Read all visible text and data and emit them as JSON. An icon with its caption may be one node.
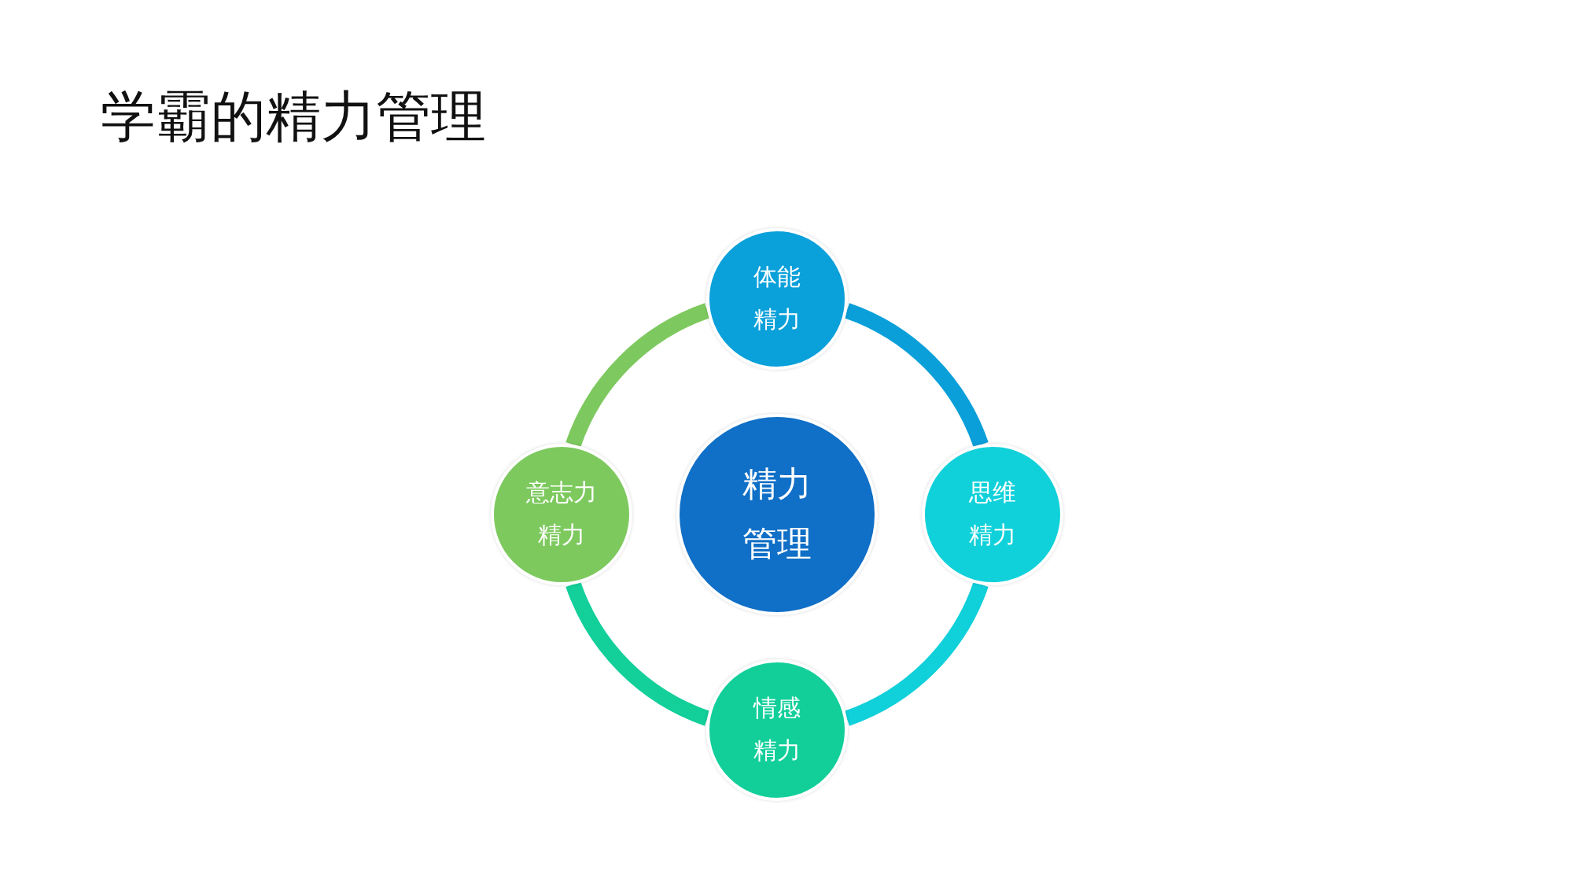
{
  "diagram": {
    "title": "学霸的精力管理",
    "nodes": [
      {
        "text": [
          "体能",
          "精力"
        ]
      },
      {
        "text": [
          "意志力",
          "精力"
        ]
      },
      {
        "text": [
          "精力",
          "管理"
        ]
      },
      {
        "text": [
          "思维",
          "精力"
        ]
      },
      {
        "text": [
          "情感",
          "精力"
        ]
      }
    ],
    "edges": [
      {
        "from": 0,
        "to": 3,
        "arrow": "none",
        "color": "#0a9fd9"
      },
      {
        "from": 3,
        "to": 4,
        "arrow": "none",
        "color": "#10d0da"
      },
      {
        "from": 4,
        "to": 1,
        "arrow": "none",
        "color": "#13cf9a"
      },
      {
        "from": 1,
        "to": 0,
        "arrow": "none",
        "color": "#7dc95f"
      }
    ]
  }
}
